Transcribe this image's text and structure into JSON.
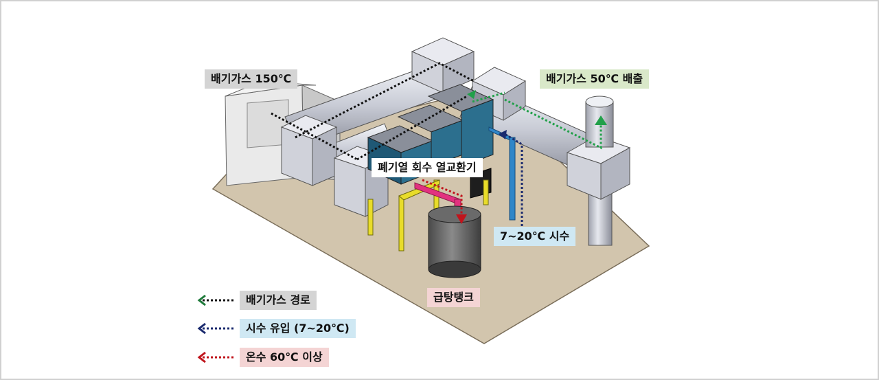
{
  "labels": {
    "exhaust_in": "배기가스 150℃",
    "exhaust_out": "배기가스  50℃ 배출",
    "heat_exchanger": "폐기열 회수 열교환기",
    "cold_water": "7~20℃ 시수",
    "hot_tank": "급탕탱크"
  },
  "legend": [
    {
      "label": "배기가스 경로",
      "color": "#1e7a3a"
    },
    {
      "label": "시수 유입 (7~20℃)",
      "color": "#1a2a6e"
    },
    {
      "label": "온수  60℃ 이상",
      "color": "#c0141c"
    }
  ]
}
